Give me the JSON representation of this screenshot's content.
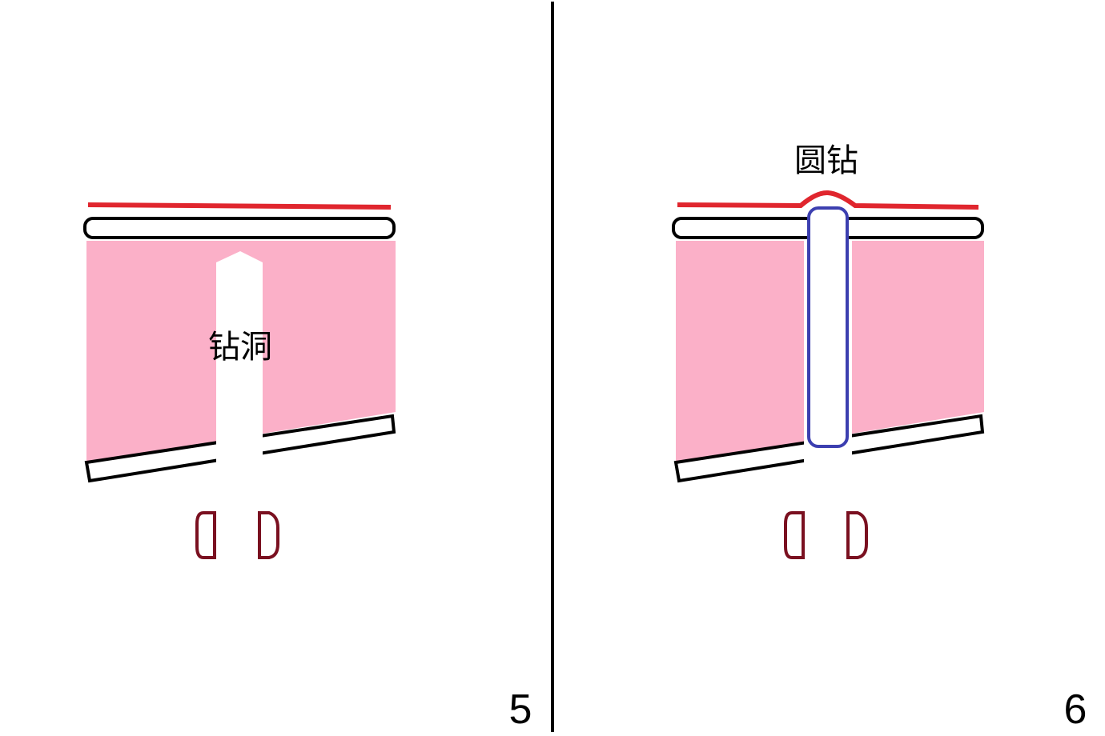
{
  "panels": [
    {
      "label": "钻洞",
      "number": "5"
    },
    {
      "label": "圆钻",
      "number": "6"
    }
  ],
  "colors": {
    "film": "#e0262e",
    "fill": "#fbb0c8",
    "tool": "#3c3fb0",
    "clip": "#7a1020",
    "outline": "#000000"
  }
}
